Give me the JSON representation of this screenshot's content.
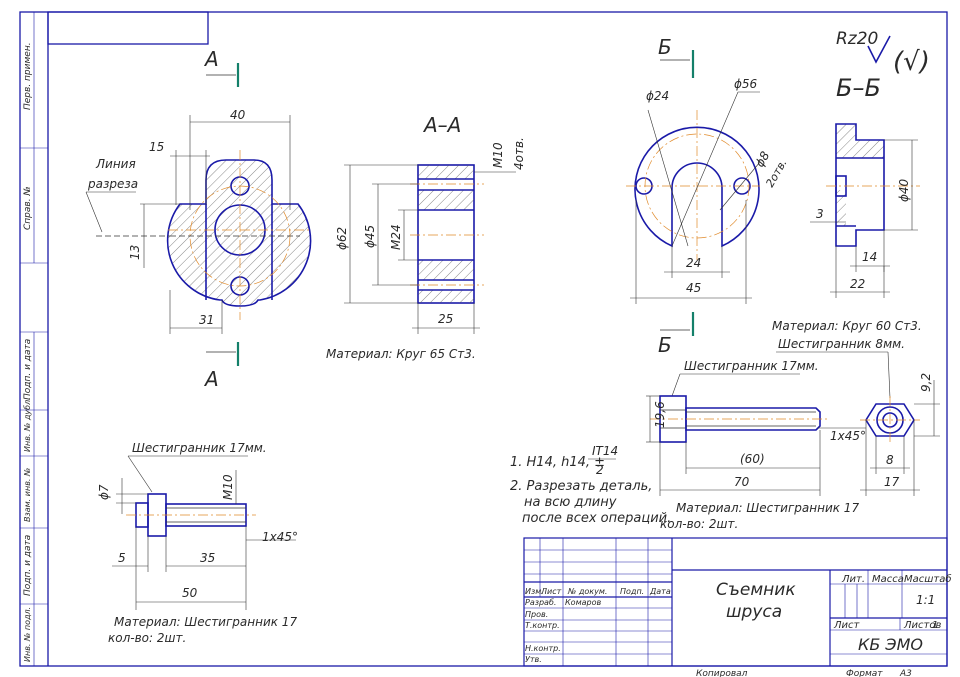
{
  "side_stamps": {
    "perv_primen": "Перв. примен.",
    "sprav": "Справ. №",
    "podp_data1": "Подп. и дата",
    "inv_dubl": "Инв. № дубл.",
    "vzam_inv": "Взам. инв. №",
    "podp_data2": "Подп. и дата",
    "inv_podl": "Инв. № подл."
  },
  "roughness": {
    "value": "Rz20",
    "rest": "(√)"
  },
  "view_a": {
    "letter_top": "А",
    "letter_bottom": "А",
    "dim_40": "40",
    "dim_15": "15",
    "dim_13": "13",
    "dim_31": "31",
    "note": "Линия разреза",
    "note_line1": "Линия",
    "note_line2": "разреза"
  },
  "section_aa": {
    "title": "А–А",
    "d62": "ϕ62",
    "d45": "ϕ45",
    "m24": "М24",
    "m10": "М10",
    "m10_count": "4отв.",
    "w25": "25",
    "material": "Материал: Круг 65 Ст3."
  },
  "view_b": {
    "letter_top": "Б",
    "letter_bottom": "Б",
    "d24": "ϕ24",
    "d56": "ϕ56",
    "d8": "ϕ8",
    "d8_count": "2отв.",
    "w24": "24",
    "w45": "45"
  },
  "section_bb": {
    "title": "Б–Б",
    "d40": "ϕ40",
    "w3": "3",
    "w14": "14",
    "w22": "22"
  },
  "bolt_small": {
    "hex_label": "Шестигранник 17мм.",
    "d7": "ϕ7",
    "m10": "М10",
    "w5": "5",
    "w35": "35",
    "w50": "50",
    "chamfer": "1x45°",
    "material": "Материал: Шестигранник 17",
    "qty": "кол-во: 2шт."
  },
  "bolt_large": {
    "hex_label": "Шестигранник 17мм.",
    "h196": "19,6",
    "w60": "(60)",
    "w70": "70",
    "chamfer": "1x45°",
    "material": "Материал: Шестигранник 17",
    "qty": "кол-во: 2шт."
  },
  "nut": {
    "material": "Материал: Круг 60 Ст3.",
    "hex_label": "Шестигранник 8мм.",
    "h92": "9,2",
    "w8": "8",
    "w17": "17"
  },
  "notes": {
    "n1_prefix": "1. H14, h14, ±",
    "n1_frac_top": "IT14",
    "n1_frac_bot": "2",
    "n2_l1": "2. Разрезать деталь,",
    "n2_l2": "на всю длину",
    "n2_l3": "после всех операций."
  },
  "title_block": {
    "name_l1": "Съемник",
    "name_l2": "шруса",
    "col_izm": "Изм.",
    "col_list": "Лист",
    "col_doc": "№ докум.",
    "col_podp": "Подп.",
    "col_data": "Дата",
    "razrab": "Разраб.",
    "razrab_name": "Комаров",
    "prov": "Пров.",
    "tkontr": "Т.контр.",
    "nkontr": "Н.контр.",
    "utv": "Утв.",
    "lit": "Лит.",
    "massa": "Масса",
    "masshtab": "Масштаб",
    "scale": "1:1",
    "list": "Лист",
    "listov": "Листов",
    "listov_val": "1",
    "org": "КБ ЭМО",
    "kopiroval": "Копировал",
    "format": "Формат",
    "format_val": "А3"
  }
}
